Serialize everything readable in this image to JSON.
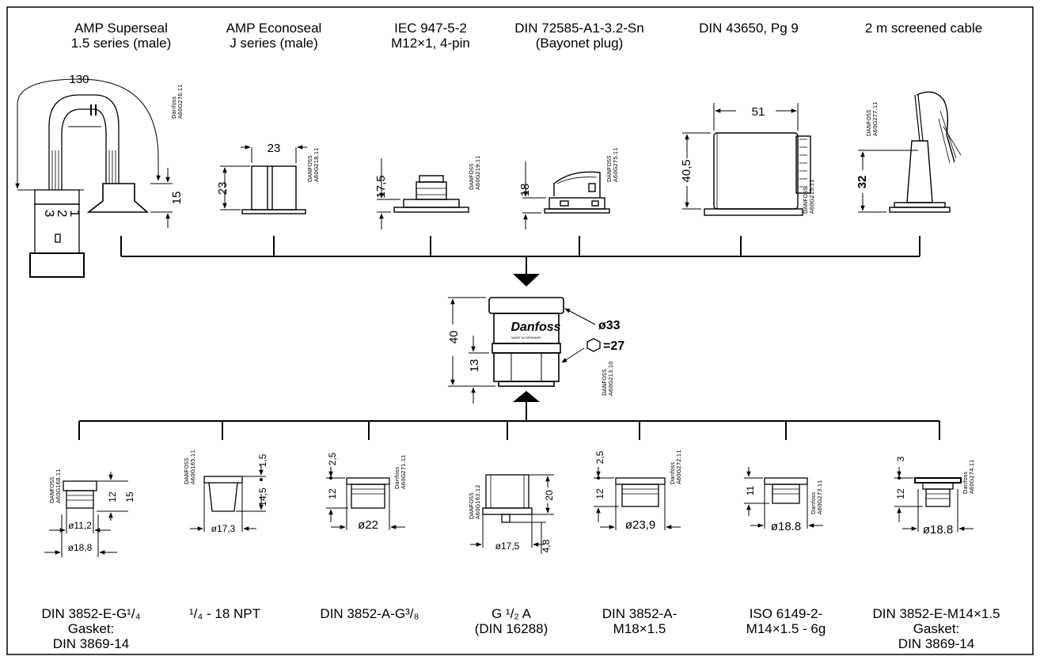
{
  "connectors": [
    {
      "title": "AMP Superseal\n1.5 series (male)",
      "dims": [
        "130",
        "15"
      ],
      "pins": [
        "3",
        "2",
        "1"
      ],
      "brand": "Danfoss",
      "code": "A60G276.11"
    },
    {
      "title": "AMP Econoseal\nJ series (male)",
      "dims": [
        "23",
        "23"
      ],
      "code_brand": "DANFOSS",
      "code": "A60G218.11"
    },
    {
      "title": "IEC 947-5-2\nM12×1, 4-pin",
      "dims": [
        "17,5"
      ],
      "code_brand": "DANFOSS",
      "code": "A60G219.11"
    },
    {
      "title": "DIN 72585-A1-3.2-Sn\n(Bayonet plug)",
      "dims": [
        "18"
      ],
      "code_brand": "DANFOSS",
      "code": "A60G275.11"
    },
    {
      "title": "DIN 43650, Pg 9",
      "dims": [
        "51",
        "40,5"
      ],
      "code_brand": "DANFOSS",
      "code": "A60G215.11"
    },
    {
      "title": "2 m screened cable",
      "dims": [
        "32"
      ],
      "code_brand": "DANFOSS",
      "code": "A60G277.11"
    }
  ],
  "center": {
    "logo": "Danfoss",
    "made": "MADE IN DENMARK",
    "dims": [
      "40",
      "13",
      "ø33",
      "=27"
    ],
    "code_brand": "DANFOSS",
    "code": "A60G213.10"
  },
  "ports": [
    {
      "title": "DIN 3852-E-G¹/₄\nGasket:\nDIN 3869-14",
      "dims": [
        "12",
        "15",
        "ø11,2",
        "ø18,8"
      ],
      "code_brand": "DANFOSS",
      "code": "A60G168.11"
    },
    {
      "title": "¹/₄ - 18 NPT",
      "dims": [
        "1,5",
        "14,5",
        "ø17,3"
      ],
      "code_brand": "DANFOSS",
      "code": "A60G165.11"
    },
    {
      "title": "DIN 3852-A-G³/₈",
      "dims": [
        "2,5",
        "12",
        "ø22"
      ],
      "code_brand": "Danfoss",
      "code": "A60G271.11"
    },
    {
      "title": "G ¹/₂ A\n(DIN 16288)",
      "dims": [
        "20",
        "ø17,5",
        "4,8"
      ],
      "code_brand": "DANFOSS",
      "code": "A60G163.12"
    },
    {
      "title": "DIN 3852-A-\nM18×1.5",
      "dims": [
        "2,5",
        "12",
        "ø23,9"
      ],
      "code_brand": "Danfoss",
      "code": "A60G272.11"
    },
    {
      "title": "ISO 6149-2-\nM14×1.5 - 6g",
      "dims": [
        "11",
        "ø18.8"
      ],
      "code_brand": "Danfoss",
      "code": "A60G273.11"
    },
    {
      "title": "DIN 3852-E-M14×1.5\nGasket:\nDIN 3869-14",
      "dims": [
        "3",
        "12",
        "ø18.8"
      ],
      "code_brand": "Danfoss",
      "code": "A60G274.11"
    }
  ]
}
